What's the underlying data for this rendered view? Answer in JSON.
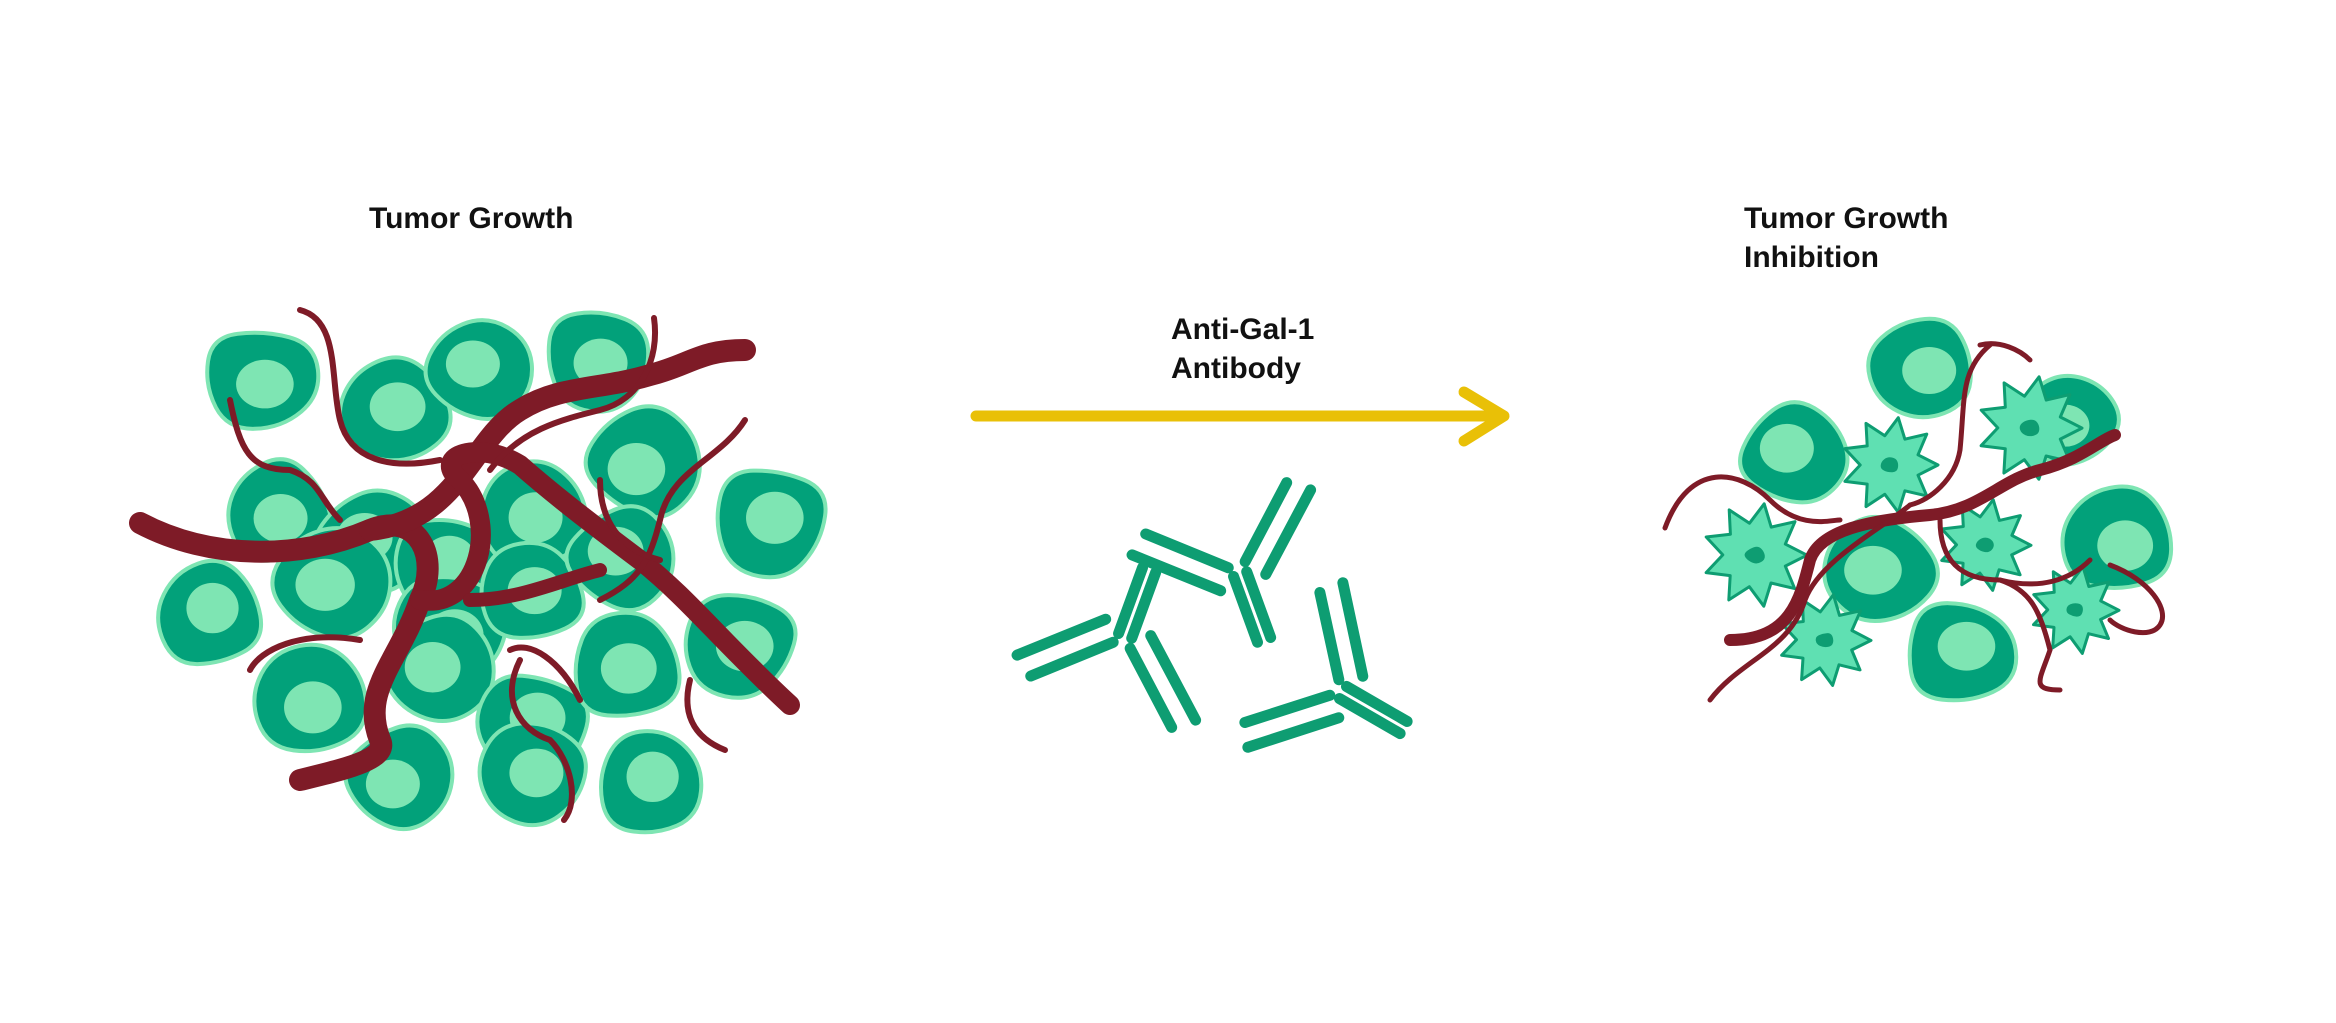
{
  "labels": {
    "left": "Tumor Growth",
    "middle": [
      "Anti-Gal-1",
      "Antibody"
    ],
    "right": [
      "Tumor Growth",
      "Inhibition"
    ]
  },
  "colors": {
    "cell_dark": "#02a17a",
    "cell_light": "#7ee5b3",
    "vessel": "#7e1b27",
    "arrow": "#e9c007",
    "antibody": "#0e9d72",
    "text": "#111111"
  },
  "icons": {
    "tumor_cell": "cancer-cell-icon",
    "blood_vessel": "blood-vessel-icon",
    "antibody": "y-shaped-antibody-icon",
    "dying_cell": "apoptotic-cell-icon"
  }
}
